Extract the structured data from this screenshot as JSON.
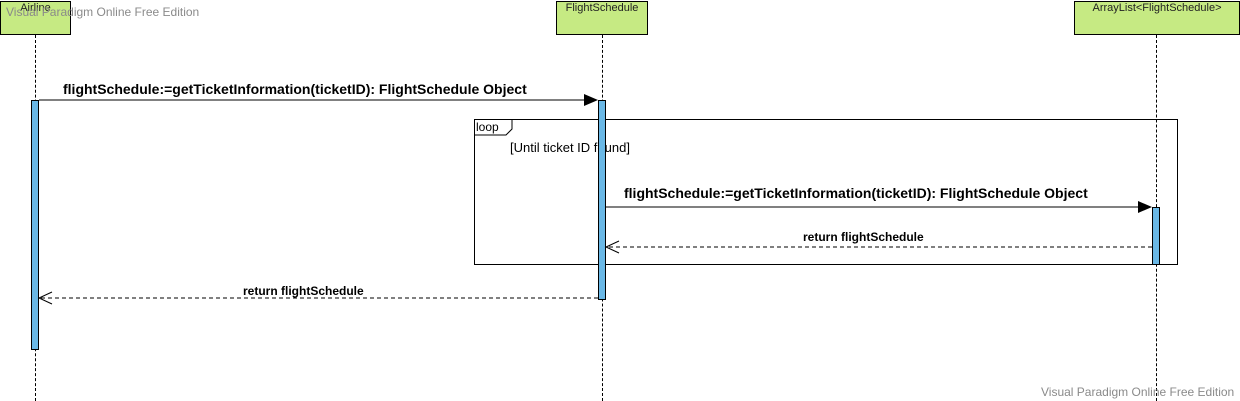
{
  "watermark": {
    "top_left": "Visual Paradigm Online Free Edition",
    "bottom_right": "Visual Paradigm Online Free Edition"
  },
  "lifelines": [
    {
      "name": "Airline"
    },
    {
      "name": "FlightSchedule"
    },
    {
      "name": "ArrayList<FlightSchedule>"
    }
  ],
  "messages": [
    {
      "label": "flightSchedule:=getTicketInformation(ticketID): FlightSchedule Object"
    },
    {
      "label": "flightSchedule:=getTicketInformation(ticketID): FlightSchedule Object"
    },
    {
      "label": "return flightSchedule"
    },
    {
      "label": "return flightSchedule"
    }
  ],
  "loop": {
    "tag": "loop",
    "guard": "[Until ticket ID found]"
  },
  "colors": {
    "lifeline_head": "#c6ea83",
    "activation": "#6ab8e6",
    "watermark": "#8a8a8a"
  }
}
